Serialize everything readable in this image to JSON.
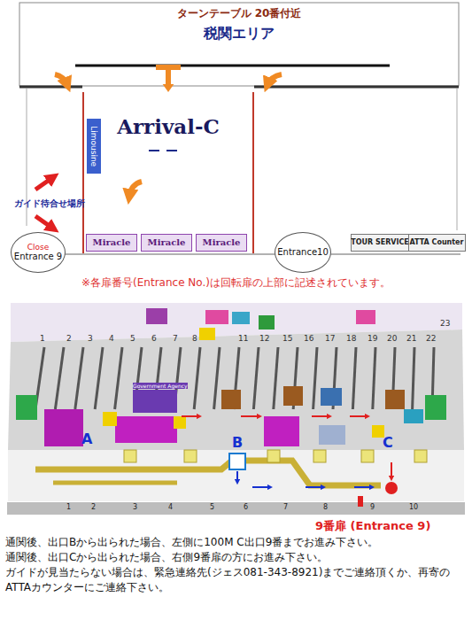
{
  "diagram": {
    "nodes": [
      {
        "text": [
          "ターンテーブル 20番付近",
          "税関エリア"
        ]
      },
      {
        "text": [
          "Arrival-C"
        ]
      },
      {
        "text": [
          "Limousine"
        ],
        "in": 1
      },
      {
        "text": [
          "Close",
          "Entrance 9"
        ]
      },
      {
        "text": [
          "Miracle"
        ],
        "in": 1
      },
      {
        "text": [
          "Miracle"
        ],
        "in": 1
      },
      {
        "text": [
          "Miracle"
        ],
        "in": 1
      },
      {
        "text": [
          "Entrance10"
        ]
      },
      {
        "text": [
          "TOUR SERVICE"
        ]
      },
      {
        "text": [
          "ATTA Counter"
        ]
      }
    ],
    "edges": [
      {
        "from": 0,
        "to": 1,
        "arrow": "to"
      }
    ],
    "labels": [
      "ガイド待合せ場所",
      "※各扉番号(Entrance No.)は回転扉の上部に記述されています。",
      "Government Agency",
      "1",
      "2",
      "3",
      "4",
      "5",
      "6",
      "7",
      "8",
      "11",
      "12",
      "15",
      "16",
      "17",
      "18",
      "19",
      "20",
      "21",
      "22",
      "23",
      "A",
      "B",
      "C",
      "1",
      "2",
      "3",
      "4",
      "5",
      "6",
      "7",
      "8",
      "9",
      "10",
      "9番扉 (Entrance 9)",
      "通関後、出口Bから出られた場合、左側に100M C出口9番までお進み下さい。",
      "通関後、出口Cから出られた場合、右側9番扉の方にお進み下さい。",
      "ガイドが見当たらない場合は、緊急連絡先(ジェス081-343-8921)までご連絡頂くか、再寄のATTAカウンターにご連絡下さい。"
    ]
  }
}
